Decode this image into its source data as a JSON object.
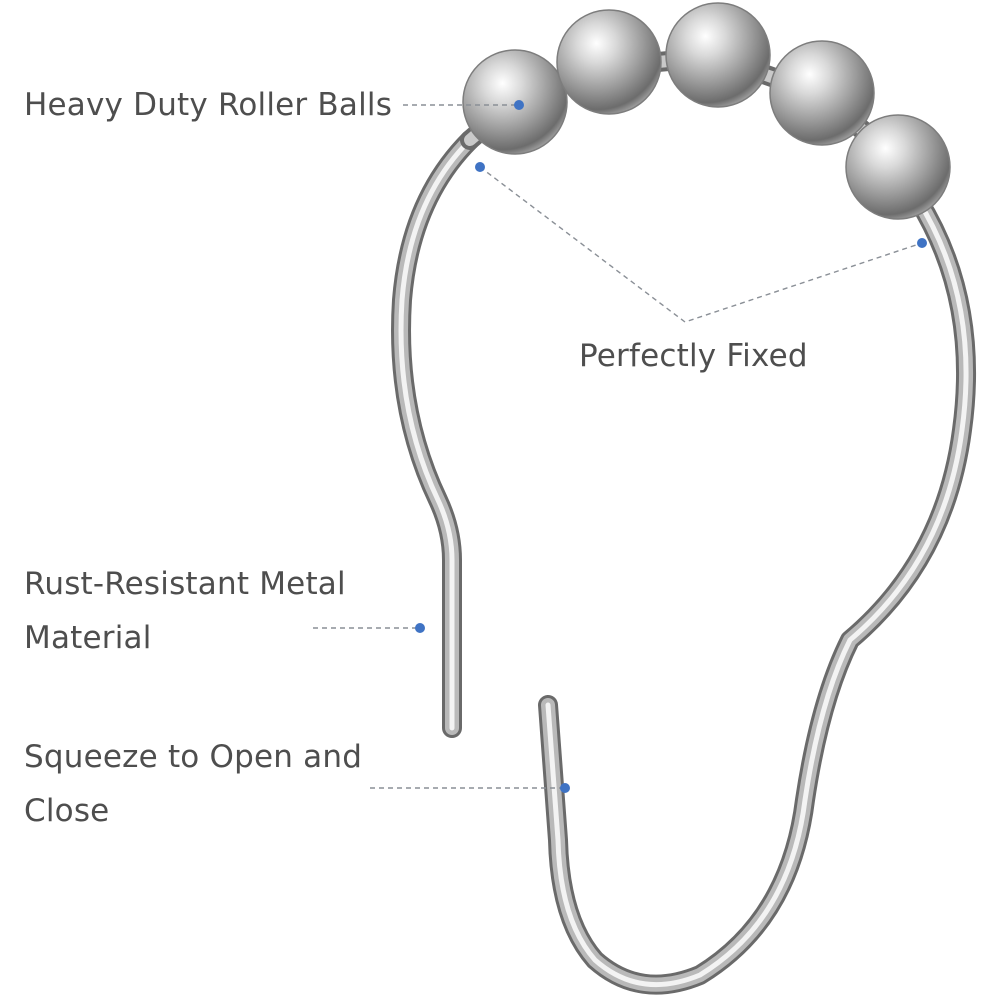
{
  "callouts": {
    "roller_balls": "Heavy Duty Roller Balls",
    "fixed": "Perfectly Fixed",
    "material_line1": "Rust-Resistant Metal",
    "material_line2": "Material",
    "squeeze_line1": "Squeeze to Open and",
    "squeeze_line2": "Close"
  },
  "colors": {
    "background": "#ffffff",
    "label_text": "#4e4e4e",
    "leader_line": "#8a8f96",
    "marker_dot": "#3f73c4",
    "metal_dark": "#6f6f6f",
    "metal_light": "#f2f2f2"
  }
}
